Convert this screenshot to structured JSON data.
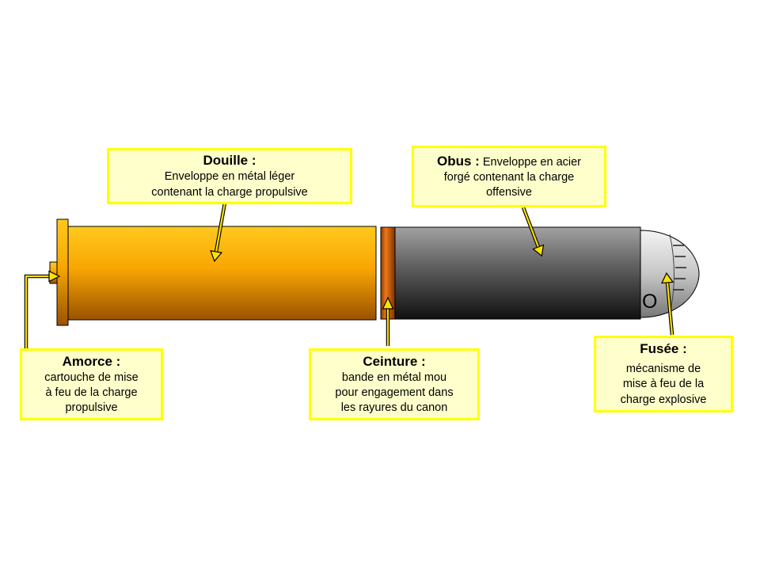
{
  "slide": {
    "background": "#FFFFFF",
    "description": "Schéma légendé d'un obus de canon avec douille, ceinture, obus, fusée et amorce"
  },
  "colors": {
    "label_bg": "#FFFFCC",
    "label_border": "#FFFF00",
    "arrow_fill": "#FFE100",
    "case_gold": "#F9A602",
    "band_orange": "#F07818",
    "shell_gray": "#636363",
    "nose_gray": "#C6C6C6"
  },
  "labels": {
    "douille": {
      "title": "Douille :",
      "lines": [
        "Enveloppe en métal léger",
        "contenant la charge propulsive"
      ]
    },
    "obus": {
      "title": "Obus :",
      "lines": [
        "Enveloppe en acier",
        "forgé contenant la charge",
        "offensive"
      ]
    },
    "amorce": {
      "title": "Amorce :",
      "lines": [
        "cartouche de mise",
        "à feu de la charge",
        "propulsive"
      ]
    },
    "ceinture": {
      "title": "Ceinture :",
      "lines": [
        "bande en métal mou",
        "pour engagement dans",
        "les rayures du canon"
      ]
    },
    "fusee": {
      "title": "Fusée :",
      "lines": [
        "mécanisme de",
        "mise à feu de la",
        "charge explosive"
      ]
    }
  },
  "diagram": {
    "fuze_marking": "O"
  }
}
